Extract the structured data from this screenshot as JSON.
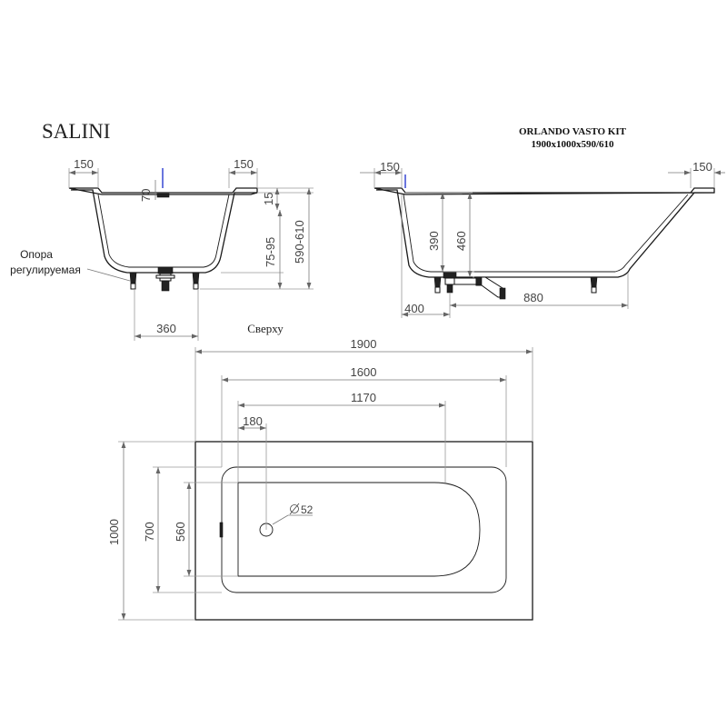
{
  "header": {
    "brand": "SALINI",
    "model": "ORLANDO VASTO KIT",
    "size": "1900x1000x590/610"
  },
  "notes": {
    "support_line1": "Опора",
    "support_line2": "регулируемая",
    "top_view": "Сверху"
  },
  "end_section": {
    "rim_left": "150",
    "rim_right": "150",
    "overflow_height": "70",
    "rim_thickness": "15",
    "leg_adjust": "75-95",
    "total_height": "590-610",
    "drain_offset": "360"
  },
  "side_section": {
    "rim_left": "150",
    "rim_right": "150",
    "depth_drain": "390",
    "depth_total": "460",
    "drain_from_end": "400",
    "bottom_length": "880"
  },
  "plan": {
    "length_total": "1900",
    "length_inner": "1600",
    "length_bottom": "1170",
    "drain_from_wall": "180",
    "width_total": "1000",
    "width_inner": "700",
    "width_bottom": "560",
    "drain_diameter": "52"
  }
}
